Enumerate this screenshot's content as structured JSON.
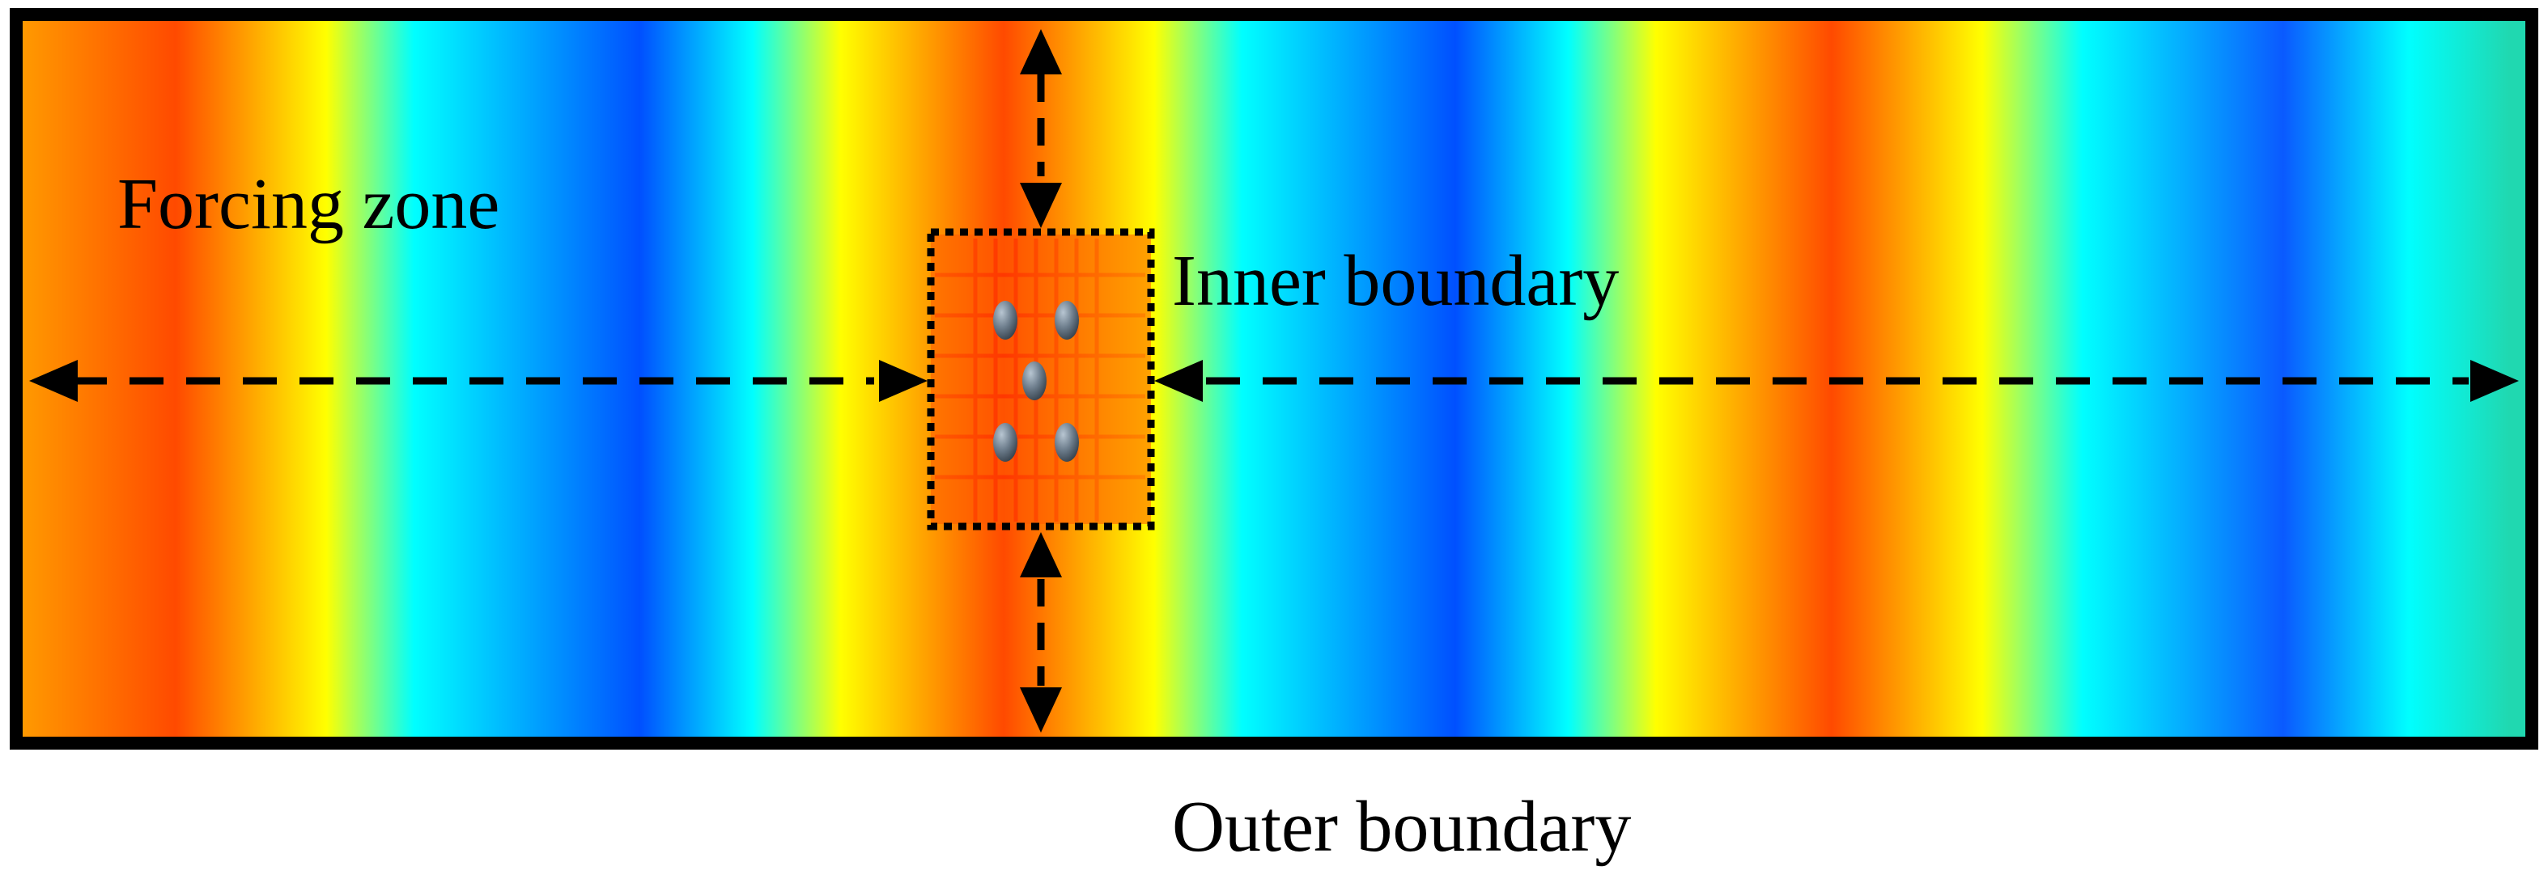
{
  "labels": {
    "forcing_zone": "Forcing zone",
    "inner_boundary": "Inner boundary",
    "outer_boundary": "Outer boundary"
  },
  "colors": {
    "wave_stops": [
      "#ffa500",
      "#ff4a00",
      "#ffff00",
      "#00ffff",
      "#0050ff",
      "#0a5aff",
      "#00ffff",
      "#ffff00"
    ],
    "border": "#000000",
    "cylinder": "#6d7d8c",
    "arrow": "#000000"
  },
  "icons": {
    "cylinders": "cylinder-icon",
    "arrows": "double-arrow-icon"
  }
}
